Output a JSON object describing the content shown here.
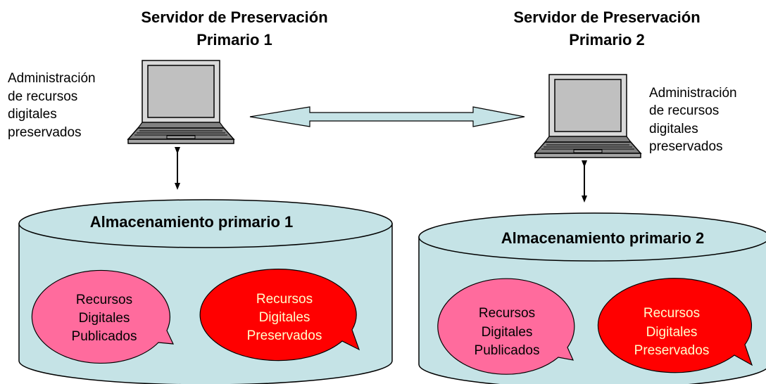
{
  "server1": {
    "title_line1": "Servidor de Preservación",
    "title_line2": "Primario 1",
    "note": [
      "Administración",
      "de recursos",
      "digitales",
      "preservados"
    ]
  },
  "server2": {
    "title_line1": "Servidor de Preservación",
    "title_line2": "Primario 2",
    "note": [
      "Administración",
      "de recursos",
      "digitales",
      "preservados"
    ]
  },
  "storage1": {
    "label": "Almacenamiento primario 1",
    "published": [
      "Recursos",
      "Digitales",
      "Publicados"
    ],
    "preserved": [
      "Recursos",
      "Digitales",
      "Preservados"
    ]
  },
  "storage2": {
    "label": "Almacenamiento primario 2",
    "published": [
      "Recursos",
      "Digitales",
      "Publicados"
    ],
    "preserved": [
      "Recursos",
      "Digitales",
      "Preservados"
    ]
  },
  "colors": {
    "cylinder": "#c5e3e6",
    "bidirectional_arrow": "#c5e3e6",
    "published_bubble": "#ff6b9d",
    "preserved_bubble": "#ff0000",
    "preserved_text": "#ffffcc",
    "laptop_screen": "#c0c0c0"
  }
}
